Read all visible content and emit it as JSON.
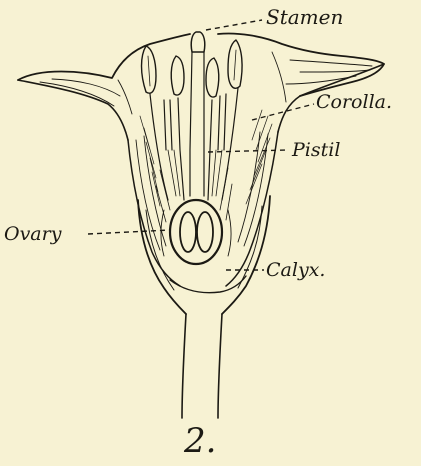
{
  "labels": {
    "stamen": "Stamen",
    "corolla": "Corolla.",
    "pistil": "Pistil",
    "ovary": "Ovary",
    "calyx": "Calyx."
  },
  "figure_number": "2."
}
